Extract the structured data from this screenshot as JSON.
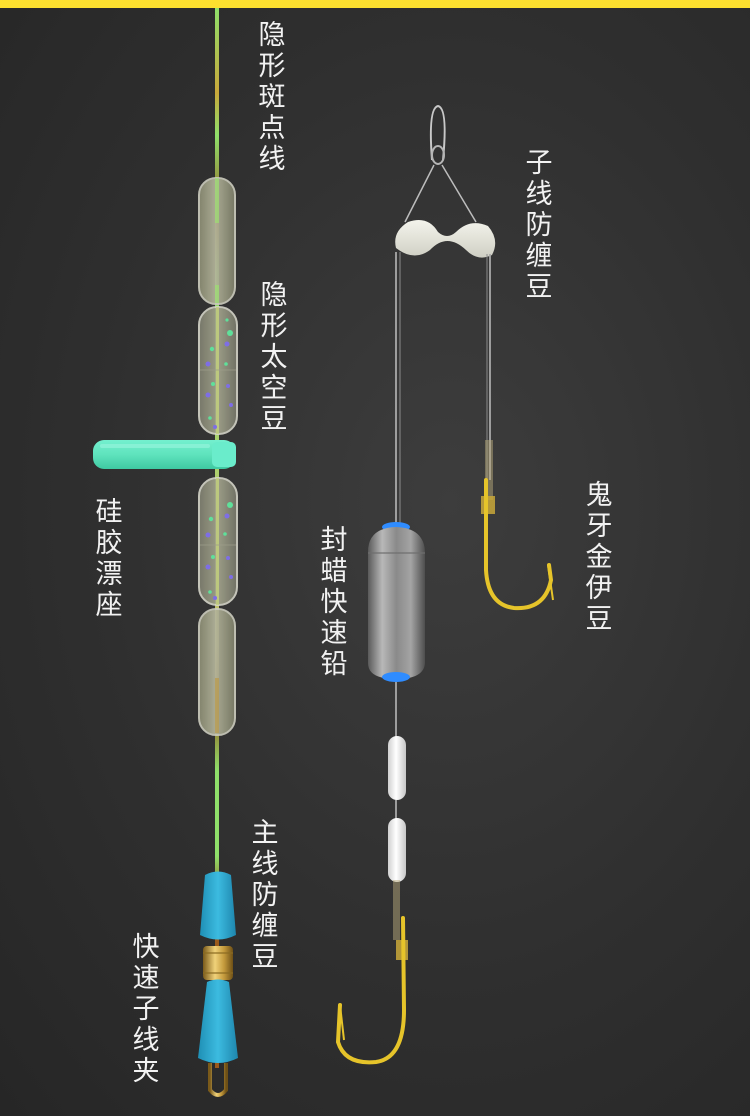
{
  "header": {
    "accent_color": "#fde02f"
  },
  "labels": {
    "invisible_spotted_line": "隐形斑点线",
    "invisible_space_bean": "隐形太空豆",
    "silicone_float_seat": "硅胶漂座",
    "main_line_anti_tangle_bean": "主线防缠豆",
    "quick_sub_line_clip": "快速子线夹",
    "sub_line_anti_tangle_bean": "子线防缠豆",
    "wax_sealed_quick_sinker": "封蜡快速铅",
    "ghost_tooth_gold_iseama": "鬼牙金伊豆"
  },
  "colors": {
    "background": "#2f2f2f",
    "main_line_green": "#8fe06a",
    "main_line_brown": "#9a5a1c",
    "space_bean_fill": "#9a9b80",
    "float_seat": "#5fe8c0",
    "clip_blue": "#2aa6cc",
    "brass": "#c9a24a",
    "hook_gold": "#e6c42a",
    "sinker_gray": "#8a8a8a",
    "sinker_cap_blue": "#2f8cff",
    "white_bean": "#f2f2f2"
  }
}
